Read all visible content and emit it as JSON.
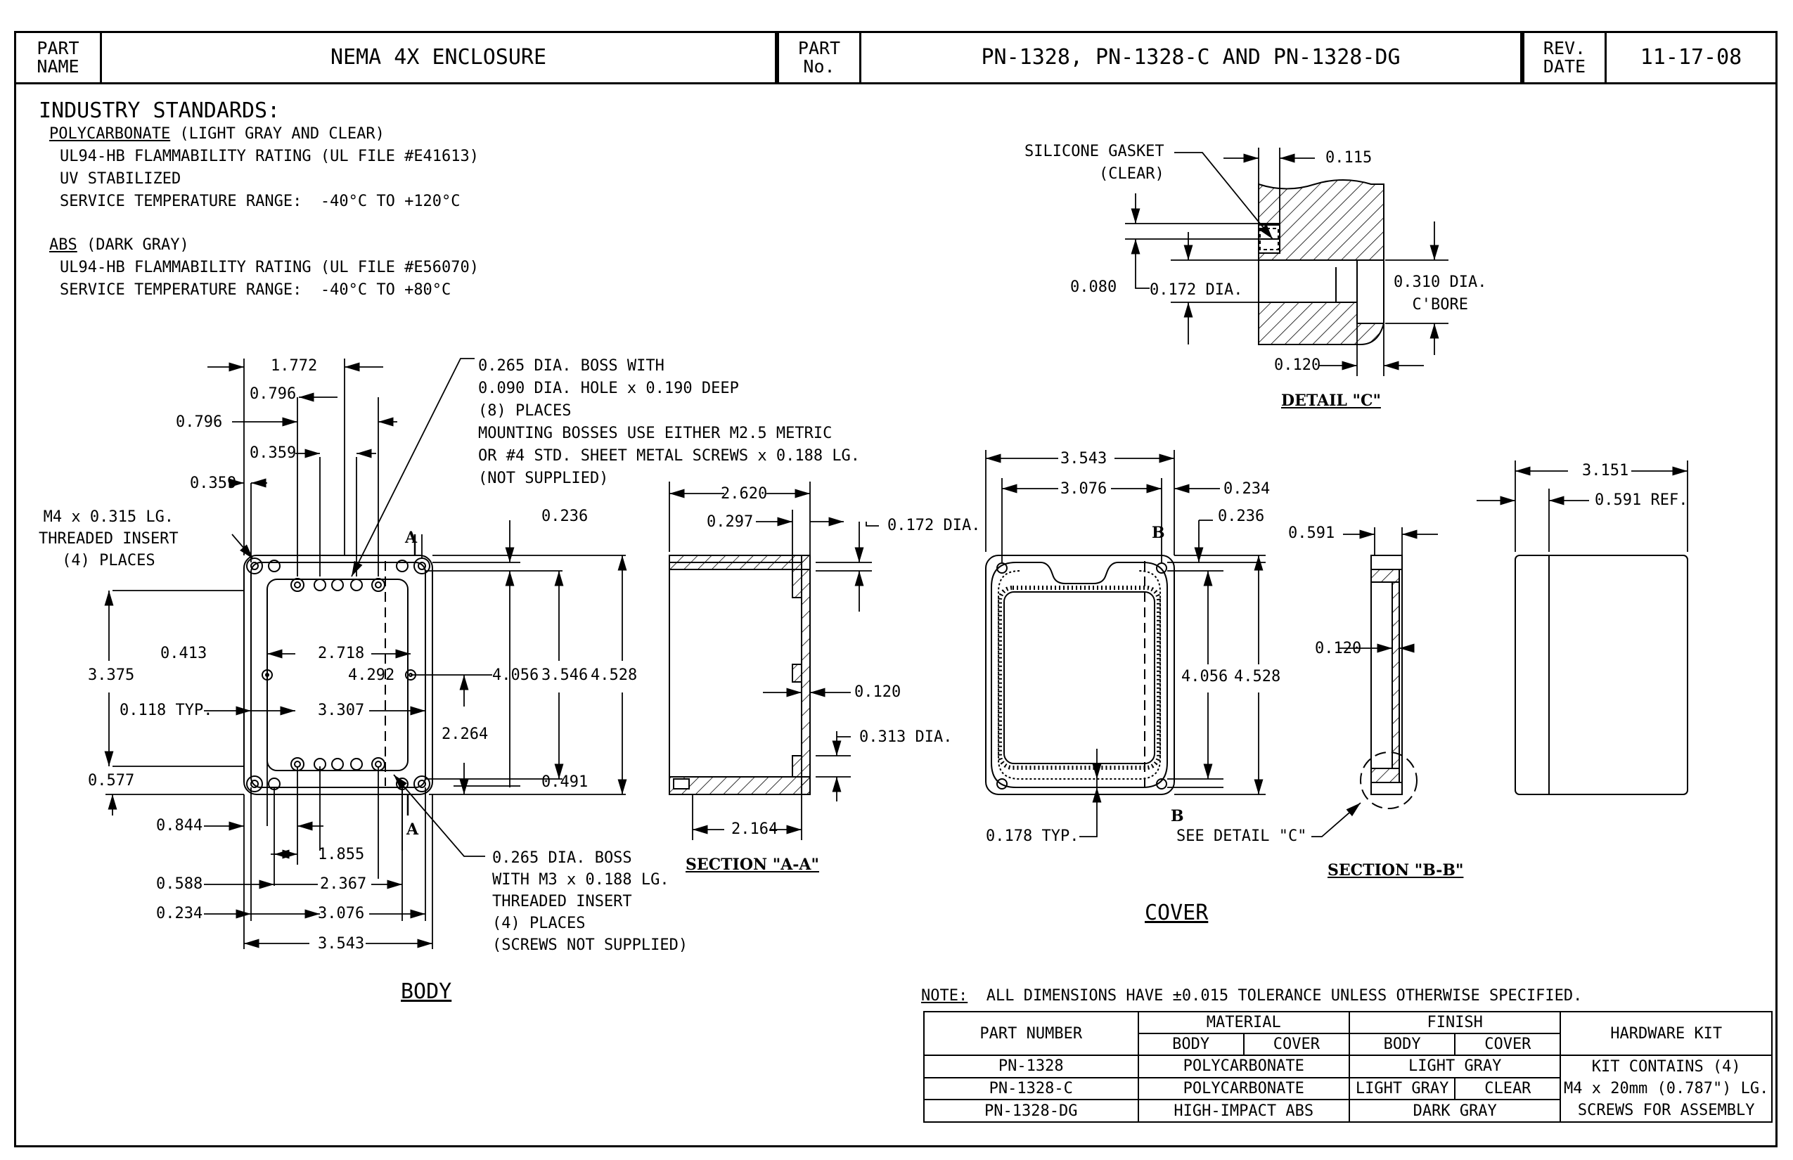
{
  "title_block": {
    "part_name_label": "PART\nNAME",
    "part_name": "NEMA 4X ENCLOSURE",
    "part_no_label": "PART\nNo.",
    "part_no": "PN-1328, PN-1328-C AND PN-1328-DG",
    "rev_date_label": "REV.\nDATE",
    "rev_date": "11-17-08"
  },
  "standards": {
    "heading": "INDUSTRY STANDARDS:",
    "polycarbonate_title": "POLYCARBONATE",
    "polycarbonate_note": " (LIGHT GRAY AND CLEAR)",
    "poly_lines": [
      "UL94-HB FLAMMABILITY RATING (UL FILE #E41613)",
      "UV STABILIZED",
      "SERVICE TEMPERATURE RANGE:  -40°C TO +120°C"
    ],
    "abs_title": "ABS",
    "abs_note": " (DARK GRAY)",
    "abs_lines": [
      "UL94-HB FLAMMABILITY RATING (UL FILE #E56070)",
      "SERVICE TEMPERATURE RANGE:  -40°C TO +80°C"
    ]
  },
  "body_view": {
    "label": "BODY",
    "boss_note": "0.265 DIA. BOSS WITH\n0.090 DIA. HOLE x 0.190 DEEP\n(8) PLACES\nMOUNTING BOSSES USE EITHER M2.5 METRIC\nOR #4 STD. SHEET METAL SCREWS x 0.188 LG.\n(NOT SUPPLIED)",
    "insert_note": "M4 x 0.315 LG.\nTHREADED INSERT\n(4) PLACES",
    "boss2_note": "0.265 DIA. BOSS\nWITH M3 x 0.188 LG.\nTHREADED INSERT\n(4) PLACES\n(SCREWS NOT SUPPLIED)",
    "dims": {
      "d1772": "1.772",
      "d0796a": "0.796",
      "d0796b": "0.796",
      "d0359a": "0.359",
      "d0359b": "0.359",
      "d0236": "0.236",
      "d0413": "0.413",
      "d2718": "2.718",
      "d3375": "3.375",
      "d4292": "4.292",
      "d4056": "4.056",
      "d3546": "3.546",
      "d4528": "4.528",
      "d0118": "0.118 TYP.",
      "d3307": "3.307",
      "d2264": "2.264",
      "d0577": "0.577",
      "d0491": "0.491",
      "d0844": "0.844",
      "d1855": "1.855",
      "d0588": "0.588",
      "d2367": "2.367",
      "d0234": "0.234",
      "d3076": "3.076",
      "d3543": "3.543",
      "secA1": "A",
      "secA2": "A"
    }
  },
  "section_aa": {
    "label": "SECTION \"A-A\"",
    "dims": {
      "d2620": "2.620",
      "d0297": "0.297",
      "d0172": "0.172 DIA.",
      "d0120": "0.120",
      "d0313": "0.313 DIA.",
      "d2164": "2.164"
    }
  },
  "detail_c": {
    "label": "DETAIL \"C\"",
    "gasket": "SILICONE GASKET\n(CLEAR)",
    "dims": {
      "d0115": "0.115",
      "d0080": "0.080",
      "d0172": "0.172 DIA.",
      "d0310": "0.310 DIA.\nC'BORE",
      "d0120": "0.120"
    }
  },
  "cover_view": {
    "label": "COVER",
    "dims": {
      "d3543": "3.543",
      "d3076": "3.076",
      "d0234": "0.234",
      "d0236": "0.236",
      "d4056": "4.056",
      "d4528": "4.528",
      "d0178": "0.178 TYP.",
      "secB1": "B",
      "secB2": "B",
      "see": "SEE DETAIL \"C\""
    }
  },
  "section_bb": {
    "label": "SECTION \"B-B\"",
    "dims": {
      "d0591": "0.591",
      "d0120": "0.120"
    }
  },
  "side_view": {
    "dims": {
      "d3151": "3.151",
      "d0591ref": "0.591 REF."
    }
  },
  "note": {
    "label": "NOTE:",
    "text": "  ALL DIMENSIONS HAVE ±0.015 TOLERANCE UNLESS OTHERWISE SPECIFIED."
  },
  "bom": {
    "h_part": "PART NUMBER",
    "h_material": "MATERIAL",
    "h_finish": "FINISH",
    "h_kit": "HARDWARE KIT",
    "h_body": "BODY",
    "h_cover": "COVER",
    "h_body2": "BODY",
    "h_cover2": "COVER",
    "r1_part": "PN-1328",
    "r1_mat": "POLYCARBONATE",
    "r1_fin": "LIGHT GRAY",
    "r2_part": "PN-1328-C",
    "r2_mat": "POLYCARBONATE",
    "r2_fin_body": "LIGHT GRAY",
    "r2_fin_cover": "CLEAR",
    "r3_part": "PN-1328-DG",
    "r3_mat": "HIGH-IMPACT ABS",
    "r3_fin": "DARK GRAY",
    "kit_lines": [
      "KIT CONTAINS (4)",
      "M4 x 20mm (0.787\") LG.",
      "SCREWS FOR ASSEMBLY"
    ]
  }
}
